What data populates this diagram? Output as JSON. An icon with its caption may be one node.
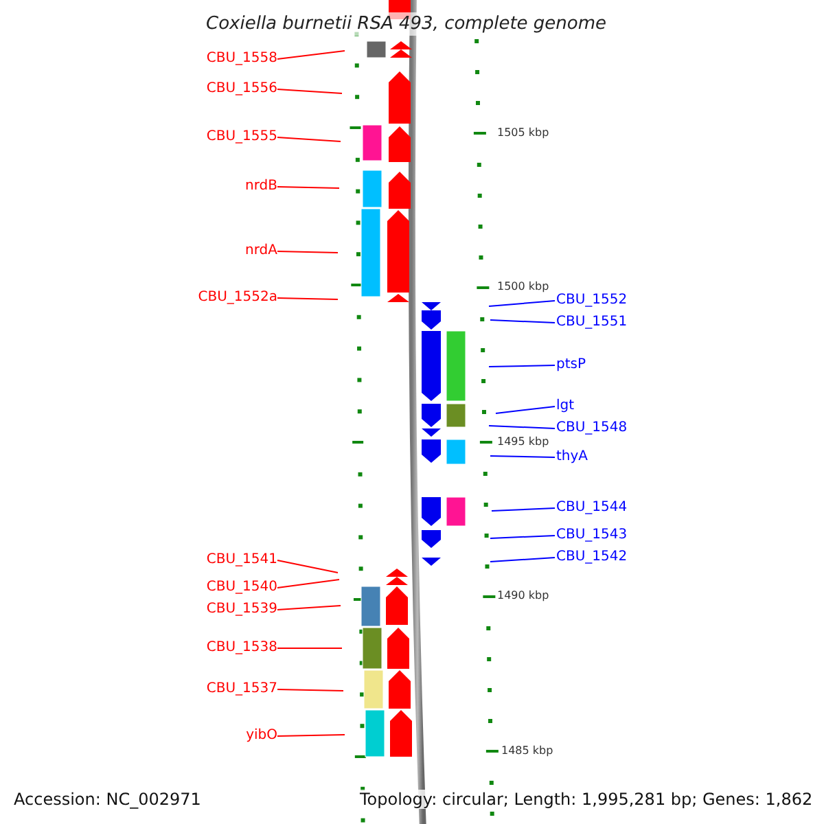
{
  "diagram": {
    "title": "Coxiella burnetii RSA 493, complete genome",
    "nodes": [
      {
        "text": [
          "CBU_1558"
        ]
      },
      {
        "text": [
          "CBU_1556"
        ]
      },
      {
        "text": [
          "CBU_1555"
        ]
      },
      {
        "text": [
          "nrdB"
        ]
      },
      {
        "text": [
          "nrdA"
        ]
      },
      {
        "text": [
          "CBU_1552a"
        ]
      },
      {
        "text": [
          "CBU_1541"
        ]
      },
      {
        "text": [
          "CBU_1540"
        ]
      },
      {
        "text": [
          "CBU_1539"
        ]
      },
      {
        "text": [
          "CBU_1538"
        ]
      },
      {
        "text": [
          "CBU_1537"
        ]
      },
      {
        "text": [
          "yibO"
        ]
      },
      {
        "text": [
          "CBU_1552"
        ]
      },
      {
        "text": [
          "CBU_1551"
        ]
      },
      {
        "text": [
          "ptsP"
        ]
      },
      {
        "text": [
          "lgt"
        ]
      },
      {
        "text": [
          "CBU_1548"
        ]
      },
      {
        "text": [
          "thyA"
        ]
      },
      {
        "text": [
          "CBU_1544"
        ]
      },
      {
        "text": [
          "CBU_1543"
        ]
      },
      {
        "text": [
          "CBU_1542"
        ]
      }
    ],
    "edges": [
      {
        "from": 0,
        "to": null,
        "arrow": "none"
      },
      {
        "from": 1,
        "to": null,
        "arrow": "none"
      },
      {
        "from": 2,
        "to": null,
        "arrow": "none"
      },
      {
        "from": 3,
        "to": null,
        "arrow": "none"
      },
      {
        "from": 4,
        "to": null,
        "arrow": "none"
      },
      {
        "from": 5,
        "to": null,
        "arrow": "none"
      },
      {
        "from": 6,
        "to": null,
        "arrow": "none"
      },
      {
        "from": 7,
        "to": null,
        "arrow": "none"
      },
      {
        "from": 8,
        "to": null,
        "arrow": "none"
      },
      {
        "from": 9,
        "to": null,
        "arrow": "none"
      },
      {
        "from": 10,
        "to": null,
        "arrow": "none"
      },
      {
        "from": 11,
        "to": null,
        "arrow": "none"
      },
      {
        "from": 12,
        "to": null,
        "arrow": "none",
        "color": "#0000ff"
      },
      {
        "from": 13,
        "to": null,
        "arrow": "none",
        "color": "#0000ff"
      },
      {
        "from": 14,
        "to": null,
        "arrow": "none",
        "color": "#0000ff"
      },
      {
        "from": 15,
        "to": null,
        "arrow": "none",
        "color": "#0000ff"
      },
      {
        "from": 16,
        "to": null,
        "arrow": "none",
        "color": "#0000ff"
      },
      {
        "from": 17,
        "to": null,
        "arrow": "none",
        "color": "#0000ff"
      },
      {
        "from": 18,
        "to": null,
        "arrow": "none",
        "color": "#0000ff"
      },
      {
        "from": 19,
        "to": null,
        "arrow": "none",
        "color": "#0000ff"
      },
      {
        "from": 20,
        "to": null,
        "arrow": "none",
        "color": "#0000ff"
      }
    ],
    "labels": [
      "1505 kbp",
      "1500 kbp",
      "1495 kbp",
      "1490 kbp",
      "1485 kbp",
      "Accession: NC_002971",
      "Topology: circular; Length: 1,995,281 bp; Genes: 1,862"
    ]
  }
}
